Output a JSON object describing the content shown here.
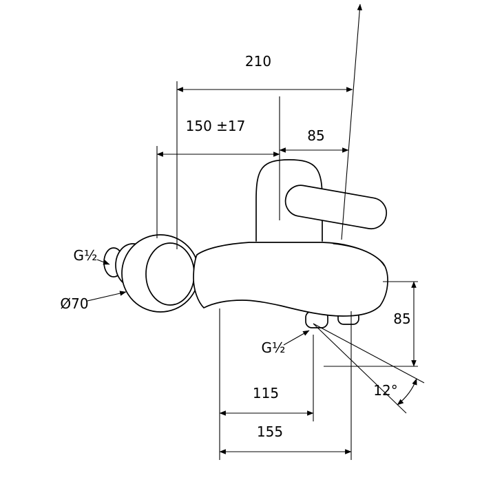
{
  "page": {
    "background": "#ffffff",
    "line_color": "#000000"
  },
  "drawing": {
    "subject": "wall-mounted single-lever bath and shower mixer, dimensional side view",
    "labels": {
      "projection": "210",
      "wall_to_center": "150 ±17",
      "handle_span": "85",
      "height_right": "85",
      "wall_thread": "G½",
      "flange_diameter": "Ø70",
      "bottom_thread": "G½",
      "hose_offset": "115",
      "tilt_angle": "12°",
      "spout_offset": "155"
    }
  }
}
